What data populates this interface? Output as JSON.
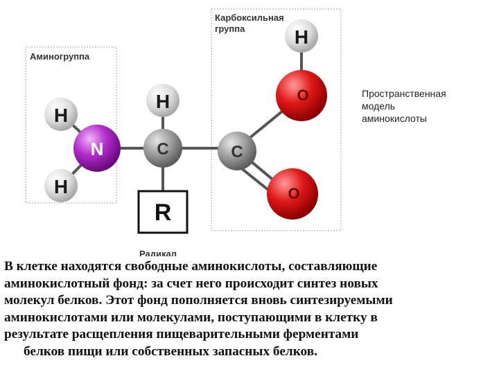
{
  "diagram": {
    "amino_group_label": "Аминогруппа",
    "carboxyl_group_label_1": "Карбоксильная",
    "carboxyl_group_label_2": "группа",
    "radical_label": "Радикал",
    "radical_symbol": "R",
    "atoms": {
      "h_top_carboxyl": "H",
      "o_top": "O",
      "h_alpha": "H",
      "h_amino_top": "H",
      "n": "N",
      "c_alpha": "C",
      "c_carboxyl": "C",
      "h_amino_bottom": "H",
      "o_bottom": "O"
    },
    "colors": {
      "nitrogen": "#9c1fb0",
      "oxygen": "#d81818",
      "carbon": "#8a8a8a",
      "hydrogen": "#d8d8d8"
    }
  },
  "caption": {
    "line1": "Пространственная",
    "line2": "модель",
    "line3": "аминокислоты"
  },
  "paragraph": {
    "line1": "В клетке находятся свободные аминокислоты, составляющие",
    "line2": "аминокислотный фонд: за счет него происходит синтез новых",
    "line3": "молекул белков. Этот фонд пополняется вновь синтезируемыми",
    "line4": "аминокислотами или молекулами, поступающими в клетку в",
    "line5": "результате расщепления пищеварительными ферментами",
    "line6": "белков пищи или собственных запасных белков."
  }
}
